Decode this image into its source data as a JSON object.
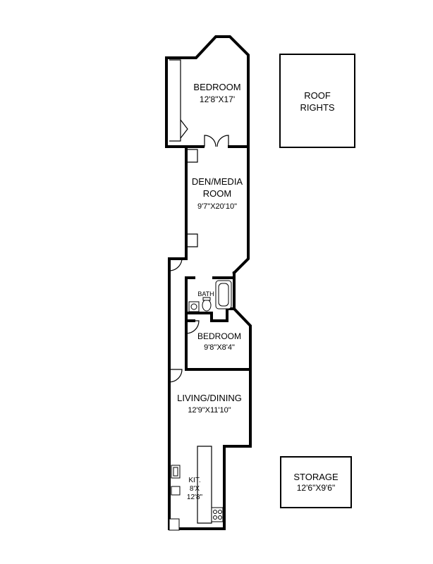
{
  "rooms": {
    "bedroom_top": {
      "name": "BEDROOM",
      "dims": "12'8\"X17'"
    },
    "den": {
      "name_line1": "DEN/MEDIA",
      "name_line2": "ROOM",
      "dims": "9'7\"X20'10\""
    },
    "bath": {
      "name": "BATH"
    },
    "bedroom_middle": {
      "name": "BEDROOM",
      "dims": "9'8\"X8'4\""
    },
    "living": {
      "name": "LIVING/DINING",
      "dims": "12'9\"X11'10\""
    },
    "kitchen": {
      "name_line1": "KIT.",
      "name_line2": "8'X",
      "name_line3": "12'8\""
    }
  },
  "roof": {
    "line1": "ROOF",
    "line2": "RIGHTS"
  },
  "storage": {
    "line1": "STORAGE",
    "line2": "12'6\"X9'6\""
  }
}
